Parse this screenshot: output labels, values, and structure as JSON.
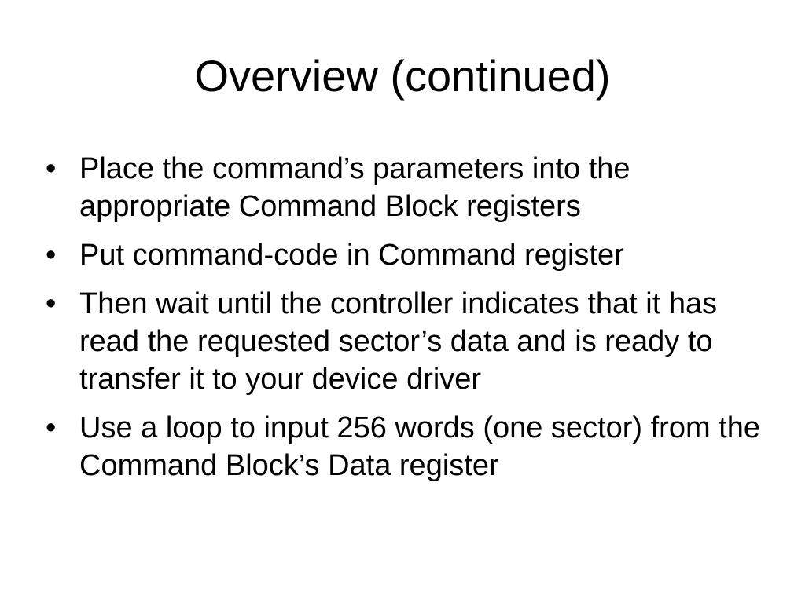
{
  "slide": {
    "title": "Overview (continued)",
    "bullet_marker": "•",
    "bullets": [
      {
        "text": "Place the command’s parameters into the appropriate Command Block registers"
      },
      {
        "text": "Put command-code in Command register"
      },
      {
        "text": "Then wait until the controller indicates that it has read the requested sector’s data and is ready to transfer it to your device driver"
      },
      {
        "text": "Use a loop to input 256 words (one sector) from the Command Block’s Data register"
      }
    ]
  }
}
